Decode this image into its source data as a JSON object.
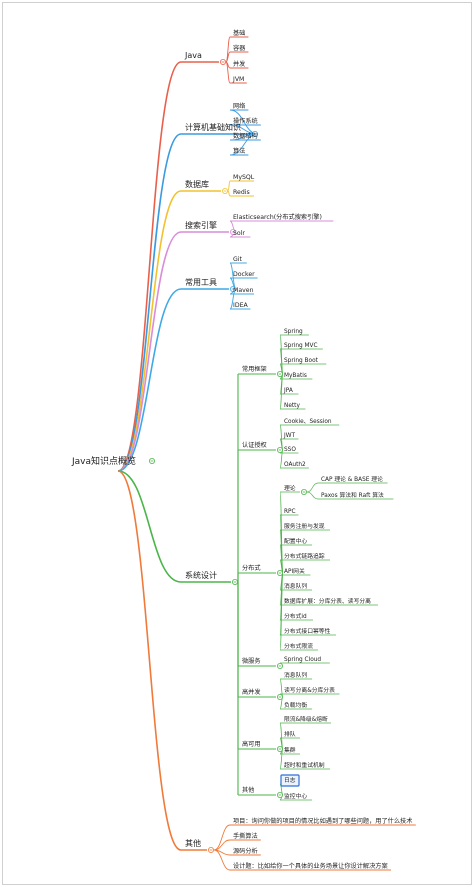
{
  "root": {
    "label": "Java知识点概览"
  },
  "branches": [
    {
      "label": "Java",
      "color": "#e8604c",
      "children": [
        {
          "label": "基础"
        },
        {
          "label": "容器"
        },
        {
          "label": "并发"
        },
        {
          "label": "JVM"
        }
      ]
    },
    {
      "label": "计算机基础知识",
      "color": "#3a9be0",
      "children": [
        {
          "label": "网络"
        },
        {
          "label": "操作系统"
        },
        {
          "label": "数据结构"
        },
        {
          "label": "算法"
        }
      ]
    },
    {
      "label": "数据库",
      "color": "#f2c12e",
      "children": [
        {
          "label": "MySQL"
        },
        {
          "label": "Redis"
        }
      ]
    },
    {
      "label": "搜索引擎",
      "color": "#d98cd9",
      "children": [
        {
          "label": "Elasticsearch(分布式搜索引擎)"
        },
        {
          "label": "Solr"
        }
      ]
    },
    {
      "label": "常用工具",
      "color": "#3fa9e6",
      "children": [
        {
          "label": "Git"
        },
        {
          "label": "Docker"
        },
        {
          "label": "Maven"
        },
        {
          "label": "IDEA"
        }
      ]
    },
    {
      "label": "系统设计",
      "color": "#4cb54a",
      "children": [
        {
          "label": "常用框架",
          "children": [
            {
              "label": "Spring"
            },
            {
              "label": "Spring MVC"
            },
            {
              "label": "Spring Boot"
            },
            {
              "label": "MyBatis"
            },
            {
              "label": "JPA"
            },
            {
              "label": "Netty"
            }
          ]
        },
        {
          "label": "认证授权",
          "children": [
            {
              "label": "Cookie、Session"
            },
            {
              "label": "JWT"
            },
            {
              "label": "SSO"
            },
            {
              "label": "OAuth2"
            }
          ]
        },
        {
          "label": "分布式",
          "children": [
            {
              "label": "理论",
              "children": [
                {
                  "label": "CAP 理论 & BASE 理论"
                },
                {
                  "label": "Paxos 算法和 Raft 算法"
                }
              ]
            },
            {
              "label": "RPC"
            },
            {
              "label": "服务注册与发现"
            },
            {
              "label": "配置中心"
            },
            {
              "label": "分布式链路追踪"
            },
            {
              "label": "API网关"
            },
            {
              "label": "消息队列"
            },
            {
              "label": "数据库扩展：分库分表、读写分离"
            },
            {
              "label": "分布式id"
            },
            {
              "label": "分布式接口幂等性"
            },
            {
              "label": "分布式限流"
            }
          ]
        },
        {
          "label": "微服务",
          "children": [
            {
              "label": "Spring Cloud"
            }
          ]
        },
        {
          "label": "高并发",
          "children": [
            {
              "label": "消息队列"
            },
            {
              "label": "读写分离&分库分表"
            },
            {
              "label": "负载均衡"
            }
          ]
        },
        {
          "label": "高可用",
          "children": [
            {
              "label": "限流&降级&熔断"
            },
            {
              "label": "排队"
            },
            {
              "label": "集群"
            },
            {
              "label": "超时和重试机制"
            }
          ]
        },
        {
          "label": "其他",
          "children": [
            {
              "label": "日志",
              "selected": true
            },
            {
              "label": "监控中心"
            }
          ]
        }
      ]
    },
    {
      "label": "其他",
      "color": "#f07a3a",
      "children": [
        {
          "label": "项目：询问你做的项目的情况比如遇到了哪些问题，用了什么技术"
        },
        {
          "label": "手撕算法"
        },
        {
          "label": "源码分析"
        },
        {
          "label": "设计题：比如给你一个具体的业务场景让你设计解决方案"
        }
      ]
    }
  ]
}
